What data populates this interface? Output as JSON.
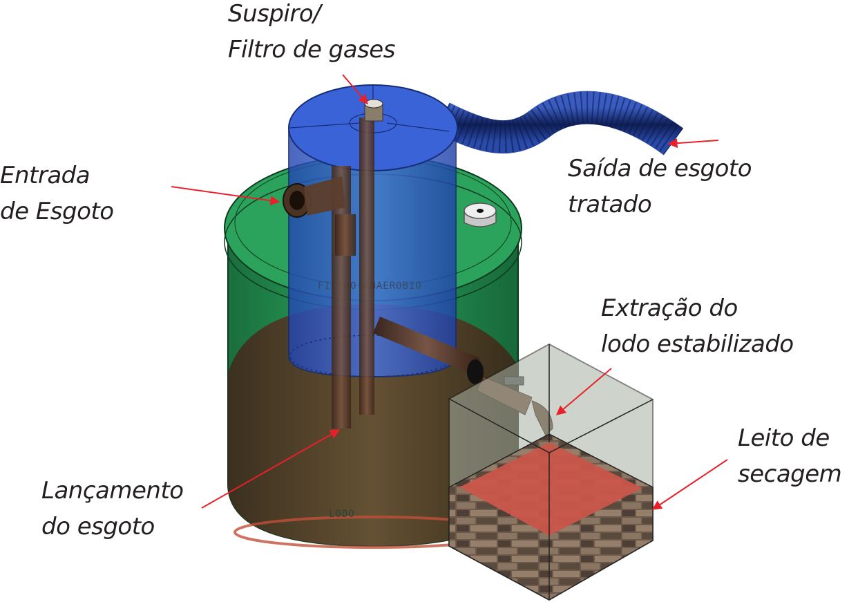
{
  "labels": {
    "suspiro": [
      "Suspiro/",
      "Filtro de gases"
    ],
    "entrada": [
      "Entrada",
      "de Esgoto"
    ],
    "saida": [
      "Saída de esgoto",
      "tratado"
    ],
    "extracao": [
      "Extração do",
      "lodo estabilizado"
    ],
    "leito": [
      "Leito de",
      "secagem"
    ],
    "lancamento": [
      "Lançamento",
      "do esgoto"
    ]
  },
  "engraved": {
    "filtro": "FILTRO ANAEROBIO",
    "lodo": "LODO"
  },
  "colors": {
    "tank_green": "#1f8f4e",
    "filter_blue": "#2f55c8",
    "sludge_brown": "#5a3a26",
    "arrow_red": "#e8202a",
    "pipe_bronze": "#6b4a36",
    "bed_red": "#c9564a",
    "label_text": "#231f20"
  }
}
